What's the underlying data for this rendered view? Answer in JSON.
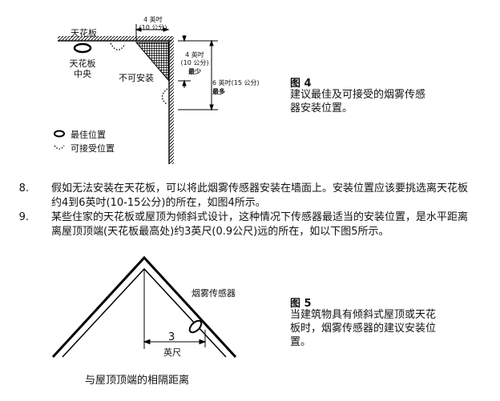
{
  "figure4": {
    "label_ceiling": "天花板",
    "label_center_1": "天花板",
    "label_center_2": "中央",
    "label_not_allowed": "不可安装",
    "dim_top_1": "4 英吋",
    "dim_top_2": "(10 公分)",
    "dim_side_1": "4 英吋",
    "dim_side_2": "(10 公分)",
    "dim_side_3": "最少",
    "dim_far_1": "6 英吋(15 公分)",
    "dim_far_2": "最多",
    "legend_best": "最佳位置",
    "legend_acceptable": "可接受位置",
    "title": "图 4",
    "caption": "建议最佳及可接受的烟雾传感器安装位置。"
  },
  "items": [
    {
      "num": "8.",
      "text": "假如无法安装在天花板，可以将此烟雾传感器安装在墙面上。安装位置应该要挑选离天花板约4到6英吋(10-15公分)的所在，如图4所示。"
    },
    {
      "num": "9.",
      "text": "某些住家的天花板或屋顶为倾斜式设计，这种情况下传感器最适当的安装位置，是水平距离离屋顶顶端(天花板最高处)约3英尺(0.9公尺)远的所在，如以下图5所示。"
    }
  ],
  "figure5": {
    "label_sensor": "烟雾传感器",
    "dim_value": "3",
    "dim_unit": "英尺",
    "bottom_caption": "与屋顶顶端的相隔距离",
    "title": "图 5",
    "caption": "当建筑物具有倾斜式屋顶或天花板时，烟雾传感器的建议安装位置。"
  }
}
